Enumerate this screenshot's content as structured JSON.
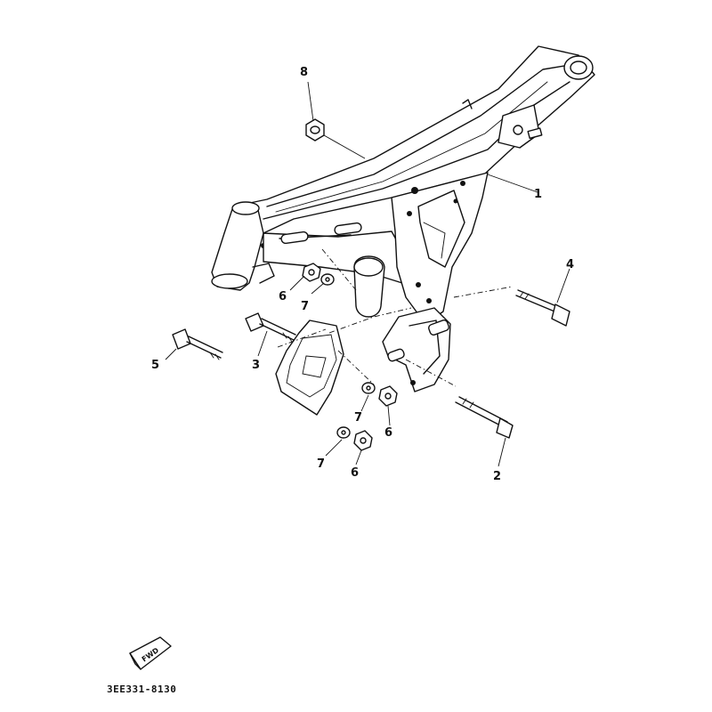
{
  "callouts": {
    "c1": "1",
    "c2": "2",
    "c3": "3",
    "c4": "4",
    "c5": "5",
    "c6a": "6",
    "c6b": "6",
    "c6c": "6",
    "c7a": "7",
    "c7b": "7",
    "c7c": "7",
    "c8": "8"
  },
  "fwd_label": "FWD",
  "diagram_code": "3EE331-8130"
}
